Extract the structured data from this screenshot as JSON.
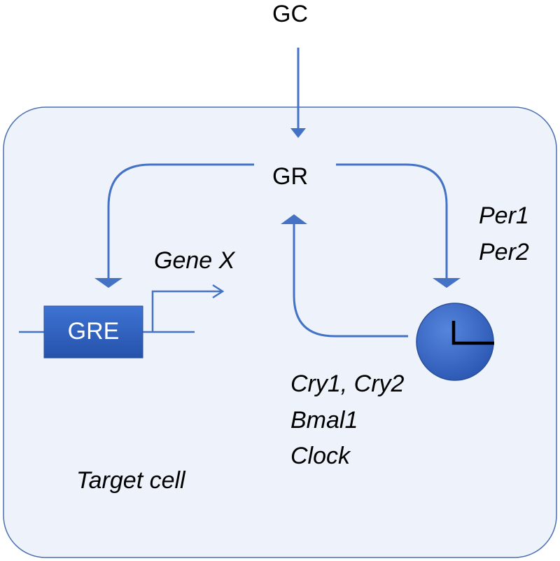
{
  "labels": {
    "gc": "GC",
    "gr": "GR",
    "gene_x": "Gene X",
    "gre": "GRE",
    "per1": "Per1",
    "per2": "Per2",
    "cry": "Cry1, Cry2",
    "bmal1": "Bmal1",
    "clock": "Clock",
    "cell": "Target cell"
  },
  "colors": {
    "arrow": "#4472c4",
    "cell_fill": "#eef3fb",
    "cell_border": "#4a6fb0",
    "gre_box": "#2f5fbf",
    "clock_face": "#3a67c6"
  }
}
